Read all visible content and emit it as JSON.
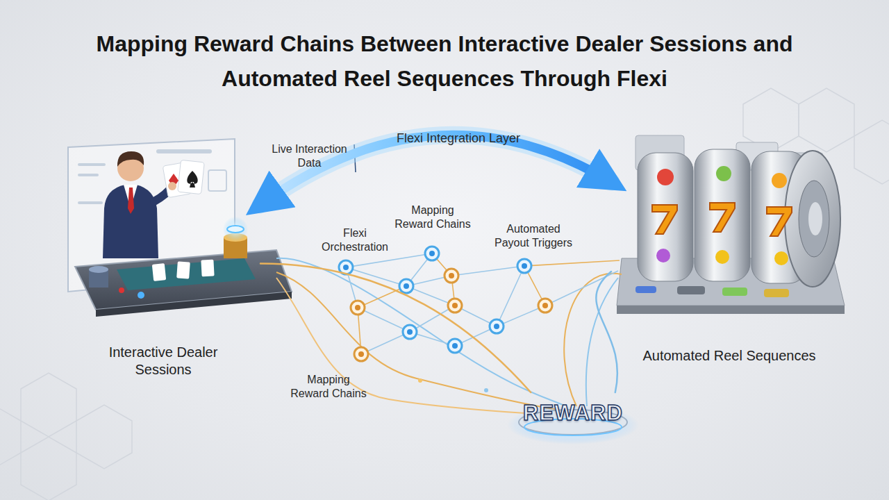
{
  "diagram": {
    "title": "Mapping Reward Chains Between Interactive Dealer Sessions and Automated Reel Sequences Through Flexi",
    "nodes": [
      {
        "text": [
          "Interactive Dealer Sessions"
        ]
      },
      {
        "text": [
          "Automated Reel Sequences"
        ]
      },
      {
        "text": [
          "REWARD"
        ]
      }
    ],
    "edges": [
      {
        "from": 0,
        "to": 1,
        "arrow": "both"
      },
      {
        "from": 0,
        "to": 2,
        "arrow": "none"
      },
      {
        "from": 1,
        "to": 2,
        "arrow": "none"
      }
    ],
    "labels": [
      "Live Interaction Data",
      "Flexi Integration Layer",
      "Flexi Orchestration",
      "Mapping Reward Chains",
      "Automated Payout Triggers",
      "Mapping Reward Chains"
    ]
  }
}
